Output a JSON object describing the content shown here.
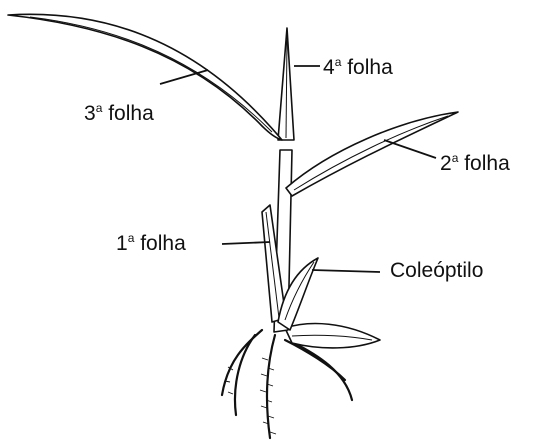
{
  "labels": {
    "leaf_3": {
      "number": "3",
      "sup": "a",
      "word": "folha"
    },
    "leaf_4": {
      "number": "4",
      "sup": "a",
      "word": "folha"
    },
    "leaf_2": {
      "number": "2",
      "sup": "a",
      "word": "folha"
    },
    "leaf_1": {
      "number": "1",
      "sup": "a",
      "word": "folha"
    },
    "coleoptile": "Coleóptilo"
  },
  "colors": {
    "ink": "#111111",
    "background": "#ffffff"
  }
}
